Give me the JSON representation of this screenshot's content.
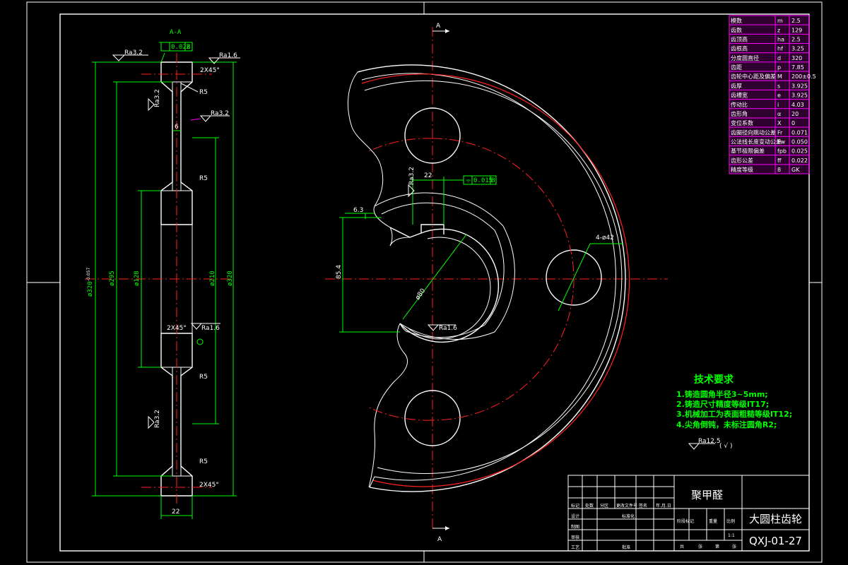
{
  "section_label": "A-A",
  "section_marks": {
    "top": "A",
    "bottom": "A"
  },
  "section_view_dims": {
    "tolerance_frame": "0.022",
    "tolerance_datum": "B",
    "ra_left": "Ra3.2",
    "ra_right": "Ra1.6",
    "chamfer_top": "2X45°",
    "r5_a": "R5",
    "ra_web_top": "Ra3.2",
    "ra_side": "Ra3.2",
    "web_width": "6",
    "r5_b": "R5",
    "dia_outer_tip": "ø320",
    "dia_outer_tol": "-0.057",
    "dia_295": "ø295",
    "dia_128": "ø128",
    "dia_210": "ø210",
    "dia_320": "ø320",
    "chamfer_mid": "2X45°",
    "ra_mid": "Ra1.6",
    "r5_c": "R5",
    "ra_web_bottom": "Ra3.2",
    "r5_d": "R5",
    "chamfer_bottom": "2X45°",
    "width": "22"
  },
  "front_view_dims": {
    "ra_key": "Ra3.2",
    "keyway_width": "22",
    "key_tol": "0.015",
    "key_datum": "B",
    "depth_label": "6.3",
    "height_label": "85.4",
    "bore_label": "ø80",
    "ra_bore": "Ra1.6",
    "holes_label": "4-ø42"
  },
  "param_table": [
    {
      "name": "模数",
      "sym": "m",
      "val": "2.5"
    },
    {
      "name": "齿数",
      "sym": "z",
      "val": "129"
    },
    {
      "name": "齿顶高",
      "sym": "ha",
      "val": "2.5"
    },
    {
      "name": "齿根高",
      "sym": "hf",
      "val": "3.25"
    },
    {
      "name": "分度圆直径",
      "sym": "d",
      "val": "320"
    },
    {
      "name": "齿距",
      "sym": "p",
      "val": "7.85"
    },
    {
      "name": "齿轮中心距及偏差",
      "sym": "M",
      "val": "200±0.5"
    },
    {
      "name": "齿厚",
      "sym": "s",
      "val": "3.925"
    },
    {
      "name": "齿槽宽",
      "sym": "e",
      "val": "3.925"
    },
    {
      "name": "传动比",
      "sym": "i",
      "val": "4.03"
    },
    {
      "name": "齿形角",
      "sym": "α",
      "val": "20"
    },
    {
      "name": "变位系数",
      "sym": "X",
      "val": "0"
    },
    {
      "name": "齿圈径向跳动公差",
      "sym": "Fr",
      "val": "0.071"
    },
    {
      "name": "公法线长度变动公差",
      "sym": "Fw",
      "val": "0.050"
    },
    {
      "name": "基节极限偏差",
      "sym": "fpb",
      "val": "0.025"
    },
    {
      "name": "齿形公差",
      "sym": "ff",
      "val": "0.022"
    },
    {
      "name": "精度等级",
      "sym": "8",
      "val": "GK"
    }
  ],
  "tech_req": {
    "title": "技术要求",
    "items": [
      "1.铸造圆角半径3~5mm;",
      "2.铸造尺寸精度等级IT17;",
      "3.机械加工为表面粗糙等级IT12;",
      "4.尖角倒钝，未标注圆角R2;"
    ],
    "roughness": "Ra12.5",
    "roughness_paren": "( √ )"
  },
  "title_block": {
    "material": "聚甲醛",
    "part_name": "大圆柱齿轮",
    "drawing_no": "QXJ-01-27",
    "scale": "1:1",
    "row_labels": [
      "标记",
      "设计",
      "制图",
      "审核",
      "工艺"
    ],
    "col_labels": [
      "处数",
      "分区",
      "更改文件号",
      "签名",
      "年.月.日"
    ],
    "std_label": "标准化",
    "approve_label": "批准",
    "stage_labels": [
      "阶段标记",
      "重量",
      "比例"
    ],
    "sheet_labels": [
      "共",
      "张",
      "第",
      "张"
    ]
  }
}
